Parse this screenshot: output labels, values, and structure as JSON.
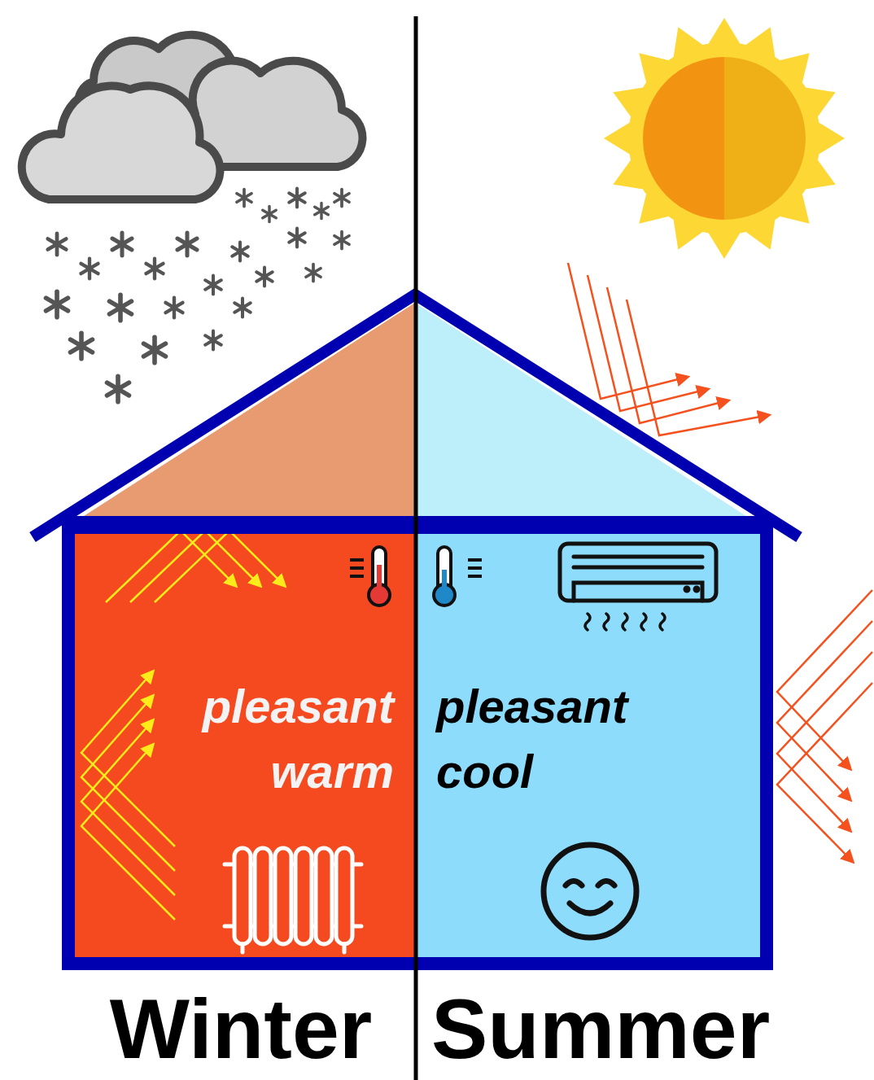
{
  "diagram": {
    "nodes": [
      {
        "text": [
          "pleasant warm"
        ]
      },
      {
        "text": [
          "pleasant cool"
        ]
      }
    ],
    "labels": [
      "Winter",
      "Summer"
    ]
  }
}
